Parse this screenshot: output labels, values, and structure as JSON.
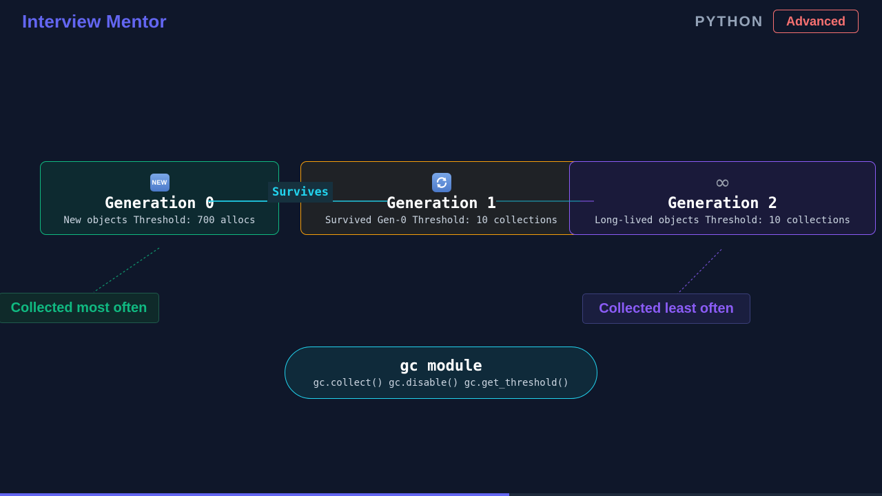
{
  "header": {
    "brand": "Interview Mentor",
    "language": "PYTHON",
    "level": "Advanced"
  },
  "generations": [
    {
      "icon": "new-badge-icon",
      "icon_text": "NEW",
      "title": "Generation 0",
      "description": "New objects Threshold: 700 allocs",
      "color": "#10b981"
    },
    {
      "icon": "cycle-arrows-icon",
      "title": "Generation 1",
      "description": "Survived Gen-0 Threshold: 10 collections",
      "color": "#f59e0b"
    },
    {
      "icon": "infinity-icon",
      "icon_text": "∞",
      "title": "Generation 2",
      "description": "Long-lived objects Threshold: 10 collections",
      "color": "#8b5cf6"
    }
  ],
  "connector": {
    "label": "Survives",
    "color": "#22d3ee"
  },
  "notes": {
    "most": "Collected most often",
    "least": "Collected least often"
  },
  "gc_module": {
    "title": "gc module",
    "functions": "gc.collect() gc.disable() gc.get_threshold()"
  },
  "progress": {
    "fraction": 0.577
  }
}
